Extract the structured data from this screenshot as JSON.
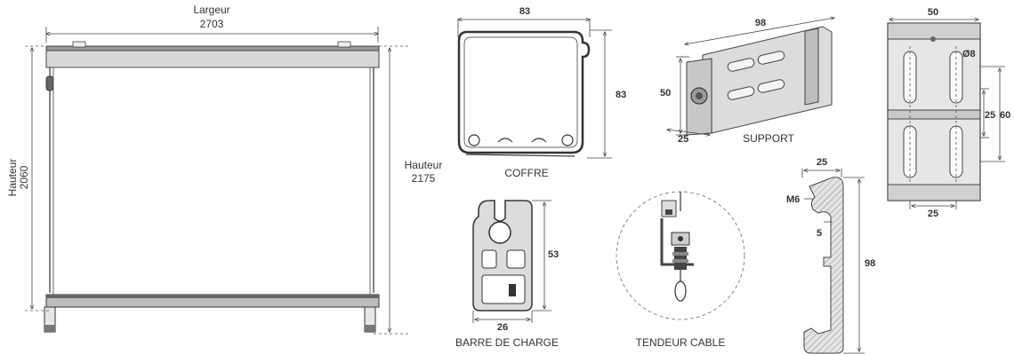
{
  "store": {
    "width_label": "Largeur",
    "width_value": "2703",
    "height_left_label": "Hauteur",
    "height_left_value": "2060",
    "height_right_label": "Hauteur",
    "height_right_value": "2175"
  },
  "coffre": {
    "title": "COFFRE",
    "width": "83",
    "height": "83"
  },
  "support": {
    "title": "SUPPORT",
    "length": "98",
    "height": "50",
    "depth": "25"
  },
  "plate": {
    "width": "50",
    "hole": "Ø8",
    "spacing": "25",
    "height": "60",
    "bottom_spacing": "25"
  },
  "barre": {
    "title": "BARRE DE CHARGE",
    "height": "53",
    "width": "26"
  },
  "tendeur": {
    "title": "TENDEUR CABLE"
  },
  "profile": {
    "width": "25",
    "thread": "M6",
    "gap": "5",
    "height": "98"
  }
}
